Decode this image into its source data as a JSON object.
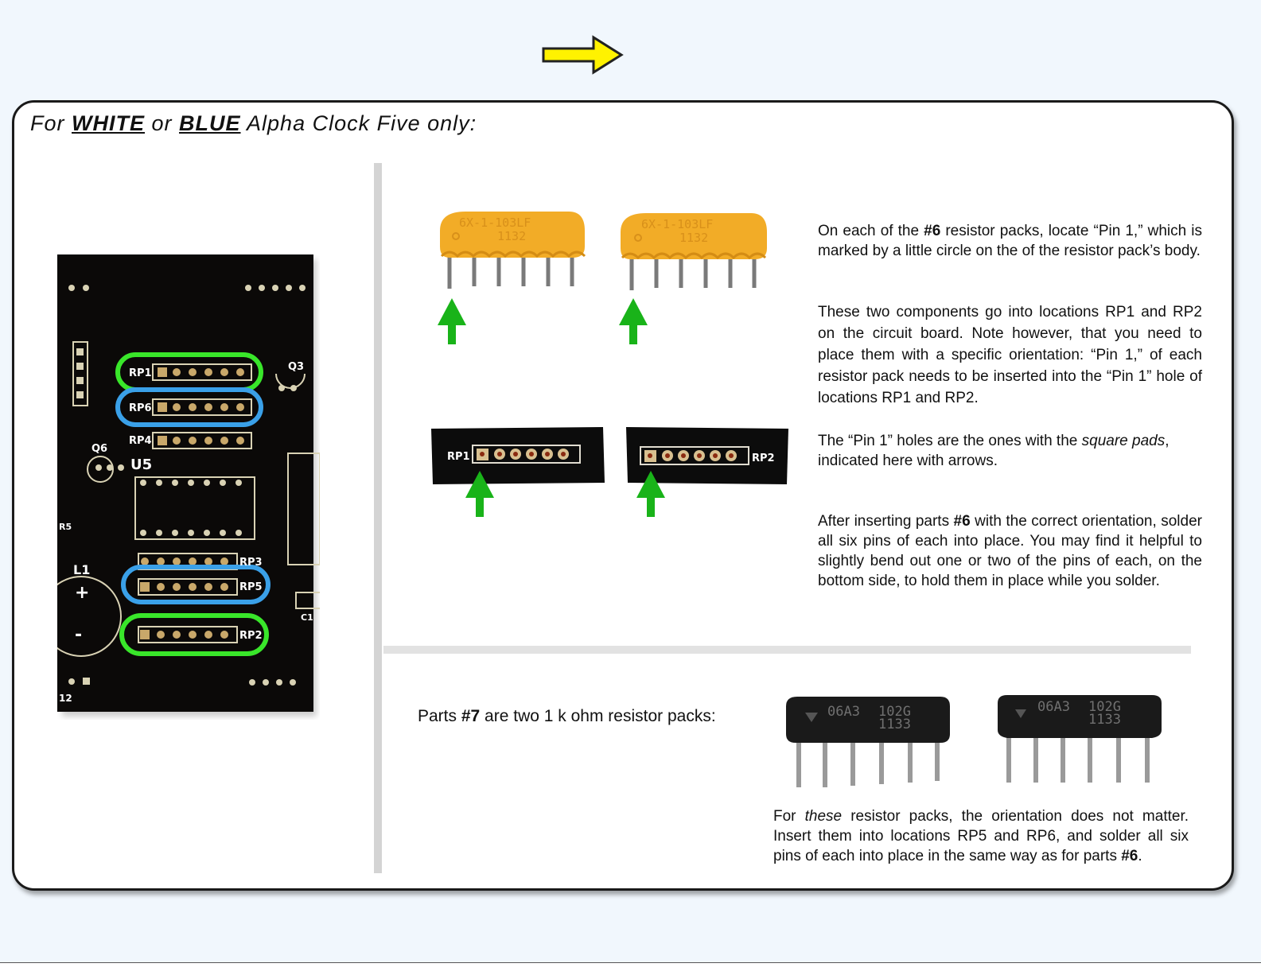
{
  "nav": {
    "next_icon": "right-arrow-icon",
    "arrow_color": "#fff200"
  },
  "heading": {
    "prefix": "For ",
    "white": "WHITE",
    "middle": " or ",
    "blue": "BLUE",
    "suffix": " Alpha Clock Five only:"
  },
  "pcb": {
    "labels": {
      "rp1": "RP1",
      "rp6": "RP6",
      "rp4": "RP4",
      "q3": "Q3",
      "q6": "Q6",
      "u5": "U5",
      "l1": "L1",
      "rp3": "RP3",
      "rp5": "RP5",
      "rp2": "RP2",
      "r5": "R5",
      "c1": "C1",
      "n12": "12"
    },
    "green_ring_color": "#39e62a",
    "blue_ring_color": "#3aa0e8"
  },
  "resistor_photo": {
    "marking_line1": "6X-1-103LF",
    "marking_line2": "1132",
    "marker_arrow_color": "#19b319"
  },
  "pads": {
    "left_label": "RP1",
    "right_label": "RP2"
  },
  "part7_photo": {
    "marking_line1": "06A3",
    "marking_line2": "102G",
    "marking_line3": "1133"
  },
  "text": {
    "p1": {
      "a": "On each of the ",
      "b": "#6",
      "c": " resistor packs, locate “Pin 1,” which is marked by a little circle on the of the resistor pack’s body."
    },
    "p2": "These two components go into locations RP1 and RP2 on the circuit board. Note however, that you need to place them with a specific orientation:  “Pin 1,” of each resistor pack needs to be inserted into the “Pin 1” hole of locations RP1 and RP2.",
    "p3": {
      "a": "The “Pin 1” holes are the ones with the ",
      "em": "square pads",
      "c": ", indicated here with arrows."
    },
    "p4": {
      "a": "After inserting parts ",
      "b": "#6",
      "c": " with the correct orientation, solder all six pins of each into place.   You may find it helpful to slightly bend out one or two of the pins of each, on the bottom side, to hold them in place while you solder."
    },
    "p5": {
      "a": "Parts ",
      "b": "#7",
      "c": " are two 1 k ohm resistor packs:"
    },
    "p6": {
      "a": "For ",
      "em": "these",
      "c": " resistor packs, the orientation does not matter. Insert them into locations RP5 and RP6, and solder all six pins of each into place in the same way as for parts ",
      "b": "#6",
      "d": "."
    }
  }
}
